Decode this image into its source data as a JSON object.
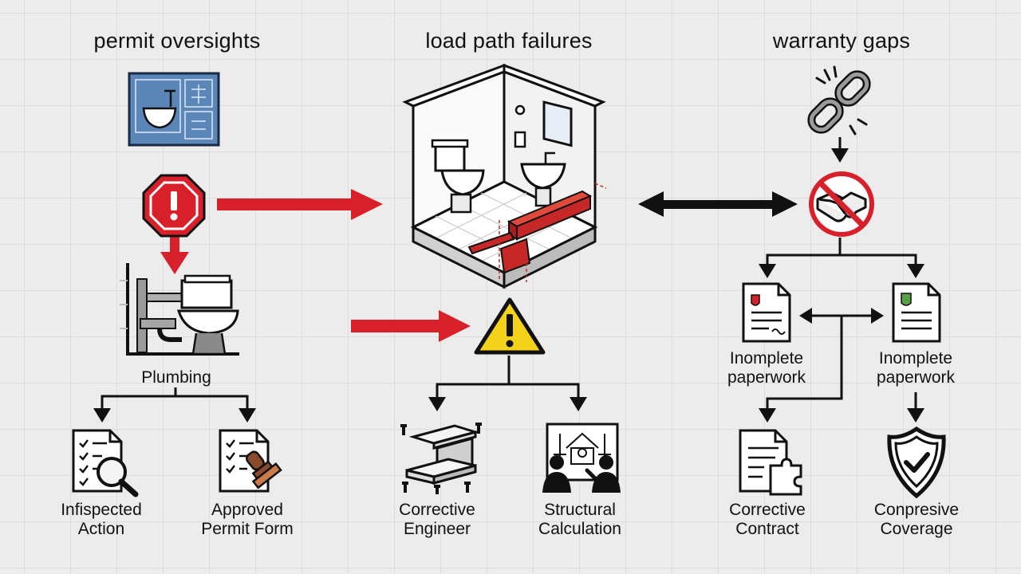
{
  "columns": [
    {
      "id": "permit",
      "heading": "permit oversights"
    },
    {
      "id": "load",
      "heading": "load path failures"
    },
    {
      "id": "warranty",
      "heading": "warranty gaps"
    }
  ],
  "labels": {
    "plumbing": "Plumbing",
    "infispected": [
      "Infispected",
      "Action"
    ],
    "approved_permit": [
      "Approved",
      "Permit Form"
    ],
    "corrective_engineer": [
      "Corrective",
      "Engineer"
    ],
    "structural_calc": [
      "Structural",
      "Calculation"
    ],
    "incomplete_left": [
      "Inomplete",
      "paperwork"
    ],
    "incomplete_right": [
      "Inomplete",
      "paperwork"
    ],
    "corrective_contract": [
      "Corrective",
      "Contract"
    ],
    "compresive_coverage": [
      "Conpresive",
      "Coverage"
    ]
  },
  "colors": {
    "accent_red": "#d8202a",
    "warning_yellow": "#f5d21a",
    "blueprint_blue": "#5a86b8",
    "ink": "#111111",
    "beam_red": "#c62828"
  },
  "icons": [
    "blueprint-icon",
    "stop-warning-icon",
    "plumbing-toilet-icon",
    "inspection-checklist-icon",
    "permit-stamp-icon",
    "bathroom-isometric-icon",
    "warning-triangle-icon",
    "steel-beam-icon",
    "engineers-meeting-icon",
    "broken-chain-icon",
    "no-handshake-icon",
    "document-red-icon",
    "document-green-icon",
    "contract-puzzle-icon",
    "shield-check-icon"
  ]
}
